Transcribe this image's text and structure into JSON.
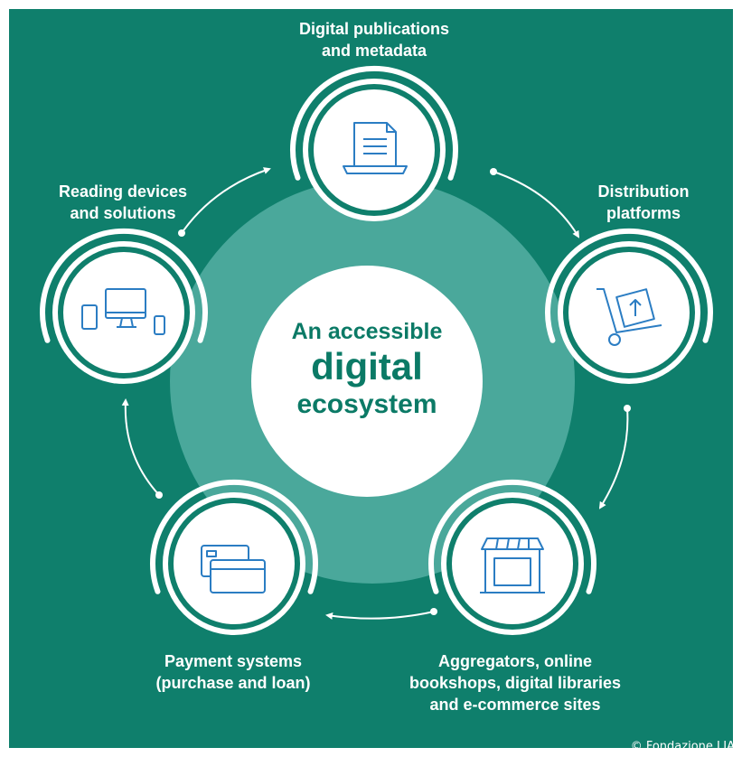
{
  "colors": {
    "background": "#0f7f6c",
    "inner_ring": "#4aa89b",
    "white": "#ffffff",
    "accent_text": "#0b7a66",
    "icon_stroke": "#2b7dc3"
  },
  "center": {
    "line1": "An accessible",
    "line2": "digital",
    "line3": "ecosystem"
  },
  "nodes": [
    {
      "id": "publications",
      "icon": "document-laptop-icon",
      "lines": [
        "Digital publications",
        "and metadata"
      ]
    },
    {
      "id": "distribution",
      "icon": "hand-truck-box-icon",
      "lines": [
        "Distribution",
        "platforms"
      ]
    },
    {
      "id": "aggregators",
      "icon": "storefront-icon",
      "lines": [
        "Aggregators, online",
        "bookshops, digital libraries",
        "and e-commerce sites"
      ]
    },
    {
      "id": "payment",
      "icon": "credit-cards-icon",
      "lines": [
        "Payment systems",
        "(purchase and loan)"
      ]
    },
    {
      "id": "devices",
      "icon": "devices-icon",
      "lines": [
        "Reading devices",
        "and solutions"
      ]
    }
  ],
  "copyright": "© Fondazione LIA"
}
